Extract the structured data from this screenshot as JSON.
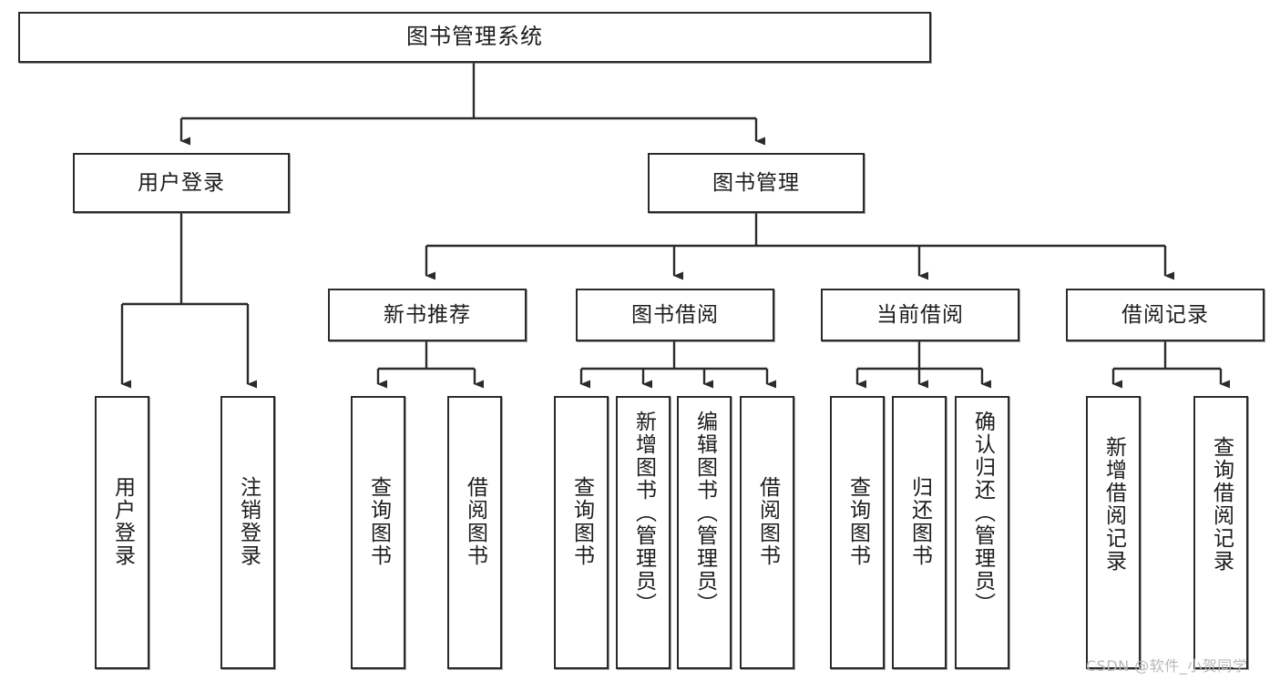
{
  "diagram": {
    "title": "图书管理系统",
    "type": "hierarchy-tree",
    "root": {
      "label": "图书管理系统"
    },
    "level2": [
      {
        "label": "用户登录"
      },
      {
        "label": "图书管理"
      }
    ],
    "level3": [
      {
        "label": "新书推荐"
      },
      {
        "label": "图书借阅"
      },
      {
        "label": "当前借阅"
      },
      {
        "label": "借阅记录"
      }
    ],
    "leaves": {
      "user_login": [
        {
          "label": "用户登录"
        },
        {
          "label": "注销登录"
        }
      ],
      "new_book_recommend": [
        {
          "label": "查询图书"
        },
        {
          "label": "借阅图书"
        }
      ],
      "book_borrow": [
        {
          "label": "查询图书"
        },
        {
          "label": "新增图书（管理员）"
        },
        {
          "label": "编辑图书（管理员）"
        },
        {
          "label": "借阅图书"
        }
      ],
      "current_borrow": [
        {
          "label": "查询图书"
        },
        {
          "label": "归还图书"
        },
        {
          "label": "确认归还（管理员）"
        }
      ],
      "borrow_record": [
        {
          "label": "新增借阅记录"
        },
        {
          "label": "查询借阅记录"
        }
      ]
    }
  },
  "watermark": {
    "text": "CSDN @软件_小贺同学"
  },
  "colors": {
    "border": "#2b2b2b",
    "background": "#ffffff",
    "text": "#1c1c1c",
    "watermark": "#b8b8b8"
  }
}
